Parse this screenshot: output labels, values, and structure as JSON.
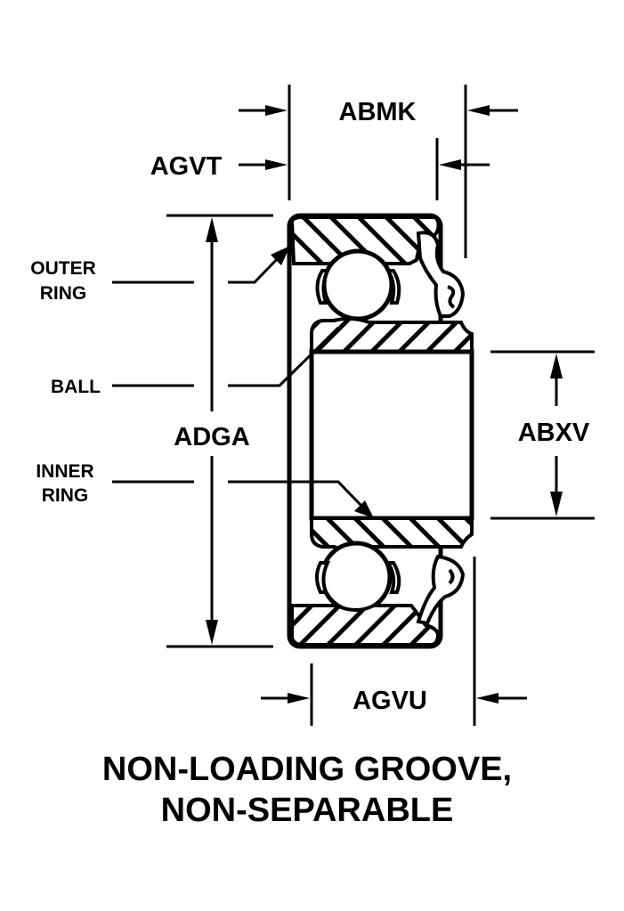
{
  "diagram": {
    "type": "ball-bearing-cross-section",
    "colors": {
      "ink": "#000000",
      "background": "#ffffff"
    },
    "dimensions": {
      "abmk": "ABMK",
      "agvt": "AGVT",
      "adga": "ADGA",
      "abxv": "ABXV",
      "agvu": "AGVU"
    },
    "parts": {
      "outer_ring": [
        "OUTER",
        "RING"
      ],
      "ball": "BALL",
      "inner_ring": [
        "INNER",
        "RING"
      ]
    },
    "caption": {
      "line1": "NON-LOADING GROOVE,",
      "line2": "NON-SEPARABLE"
    }
  }
}
